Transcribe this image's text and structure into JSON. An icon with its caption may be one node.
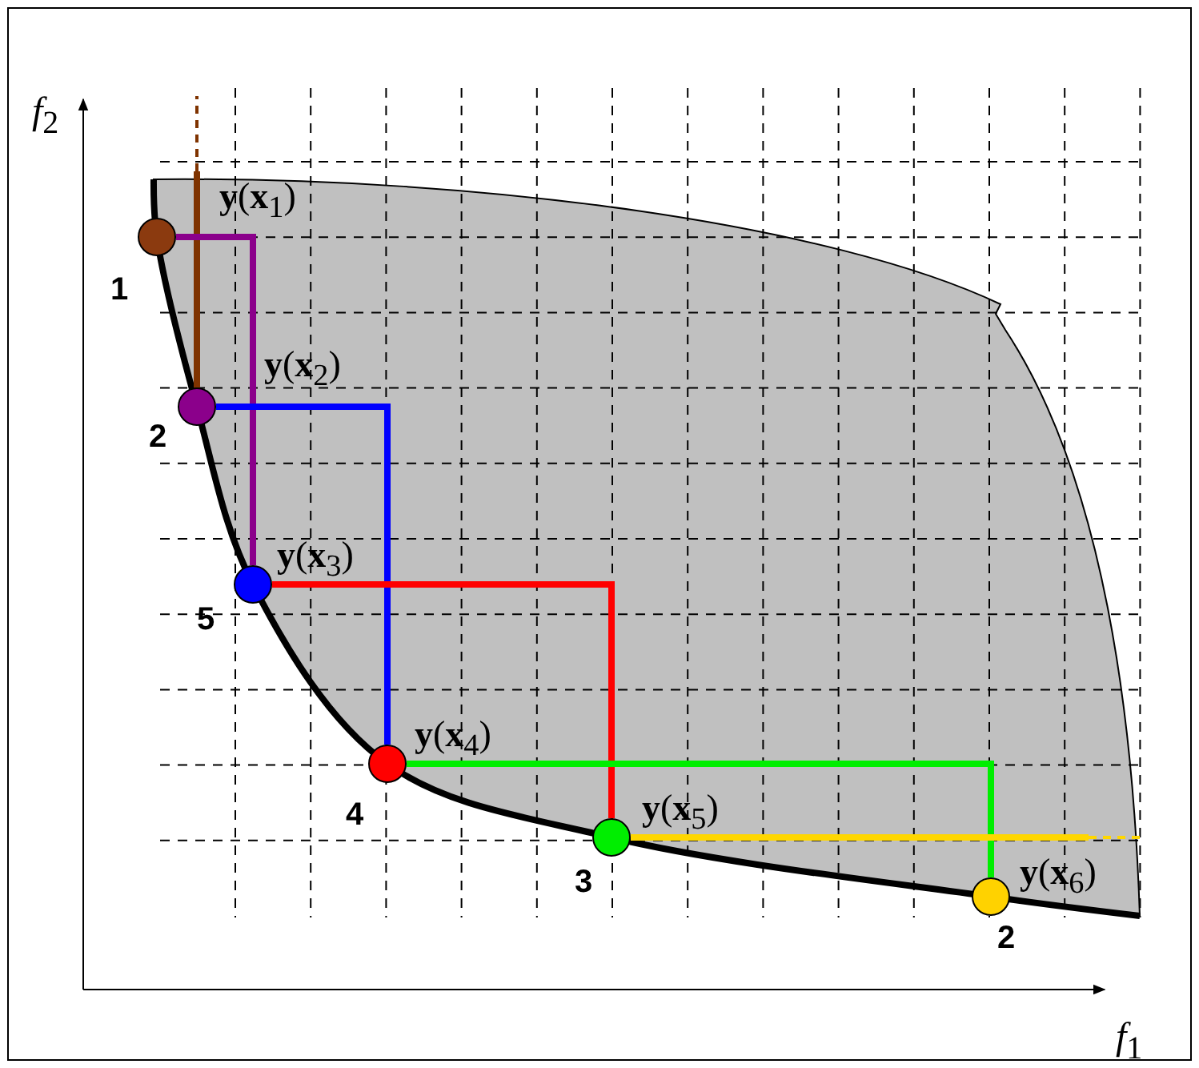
{
  "diagram": {
    "nodes": [
      {
        "text": [
          "**y**(**x**$_{1}$)"
        ],
        "beside": [
          "1"
        ]
      },
      {
        "text": [
          "**y**(**x**$_{2}$)"
        ],
        "beside": [
          "2"
        ]
      },
      {
        "text": [
          "**y**(**x**$_{3}$)"
        ],
        "beside": [
          "5"
        ]
      },
      {
        "text": [
          "**y**(**x**$_{4}$)"
        ],
        "beside": [
          "4"
        ]
      },
      {
        "text": [
          "**y**(**x**$_{5}$)"
        ],
        "beside": [
          "3"
        ]
      },
      {
        "text": [
          "**y**(**x**$_{6}$)"
        ],
        "beside": [
          "2"
        ]
      }
    ],
    "edges": [
      {
        "from": 1,
        "to": null,
        "arrow": "none",
        "color": "#7f3300"
      },
      {
        "from": 0,
        "to": 2,
        "arrow": "none",
        "color": "#8b008b"
      },
      {
        "from": 1,
        "to": 3,
        "arrow": "none",
        "color": "#0000ff"
      },
      {
        "from": 2,
        "to": 4,
        "arrow": "none",
        "color": "#ff0000"
      },
      {
        "from": 3,
        "to": 5,
        "arrow": "none",
        "color": "#00ee00"
      },
      {
        "from": 4,
        "to": null,
        "arrow": "none",
        "color": "#ffd700"
      }
    ],
    "labels": [
      "*f*$_{2}$",
      "*f*$_{1}$"
    ]
  }
}
